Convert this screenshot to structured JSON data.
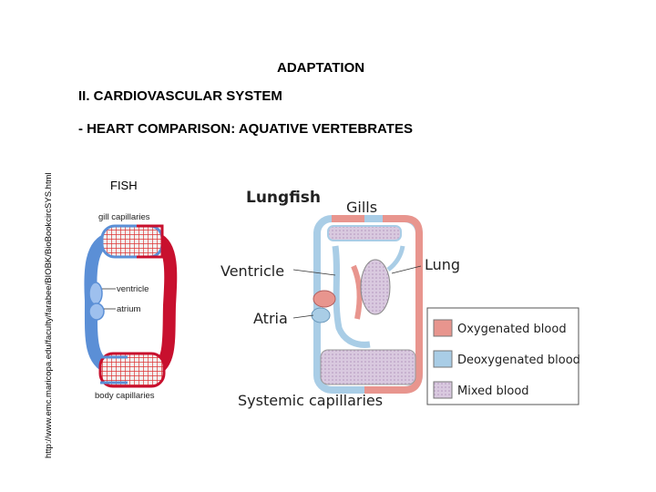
{
  "slide": {
    "title": "ADAPTATION",
    "section": "II. CARDIOVASCULAR SYSTEM",
    "subsection": "- HEART COMPARISON: AQUATIVE VERTEBRATES",
    "source_url": "http://www.emc.maricopa.edu/faculty/farabee/BIOBK/BioBookcircSYS.html"
  },
  "fish": {
    "heading": "FISH",
    "labels": {
      "gill_capillaries": "gill capillaries",
      "ventricle": "ventricle",
      "atrium": "atrium",
      "body_capillaries": "body capillaries"
    }
  },
  "lungfish": {
    "heading": "Lungfish",
    "labels": {
      "gills": "Gills",
      "ventricle": "Ventricle",
      "lung": "Lung",
      "atria": "Atria",
      "systemic_capillaries": "Systemic capillaries"
    },
    "legend": [
      {
        "label": "Oxygenated blood",
        "color": "#e8958e"
      },
      {
        "label": "Deoxygenated blood",
        "color": "#a9cde6"
      },
      {
        "label": "Mixed blood",
        "color": "#cbb6d2"
      }
    ]
  },
  "colors": {
    "fish_oxygenated": "#c8102e",
    "fish_deoxygenated": "#5b8fd6",
    "lungfish_oxygenated": "#e8958e",
    "lungfish_deoxygenated": "#a9cde6",
    "lungfish_mixed": "#cbb6d2"
  }
}
